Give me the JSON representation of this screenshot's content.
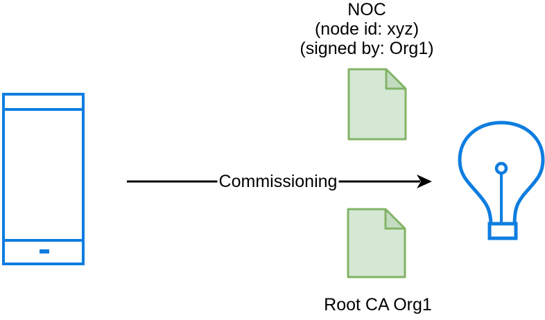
{
  "colors": {
    "bg": "#FFFFFF",
    "accent_blue": "#0E7DE0",
    "doc_fill": "#D5E8D4",
    "doc_stroke": "#82B366",
    "doc_fold_fill": "#C3DCC1",
    "line_black": "#000000"
  },
  "nodes": {
    "commissioner": {
      "icon": "smartphone-icon"
    },
    "noc_certificate": {
      "icon": "certificate-document-icon",
      "label_lines": [
        "NOC",
        "(node id: xyz)",
        "(signed by: Org1)"
      ]
    },
    "root_ca_certificate": {
      "icon": "certificate-document-icon",
      "label": "Root CA Org1"
    },
    "commissionee": {
      "icon": "lightbulb-icon"
    }
  },
  "edge": {
    "label": "Commissioning",
    "direction": "left-to-right"
  }
}
